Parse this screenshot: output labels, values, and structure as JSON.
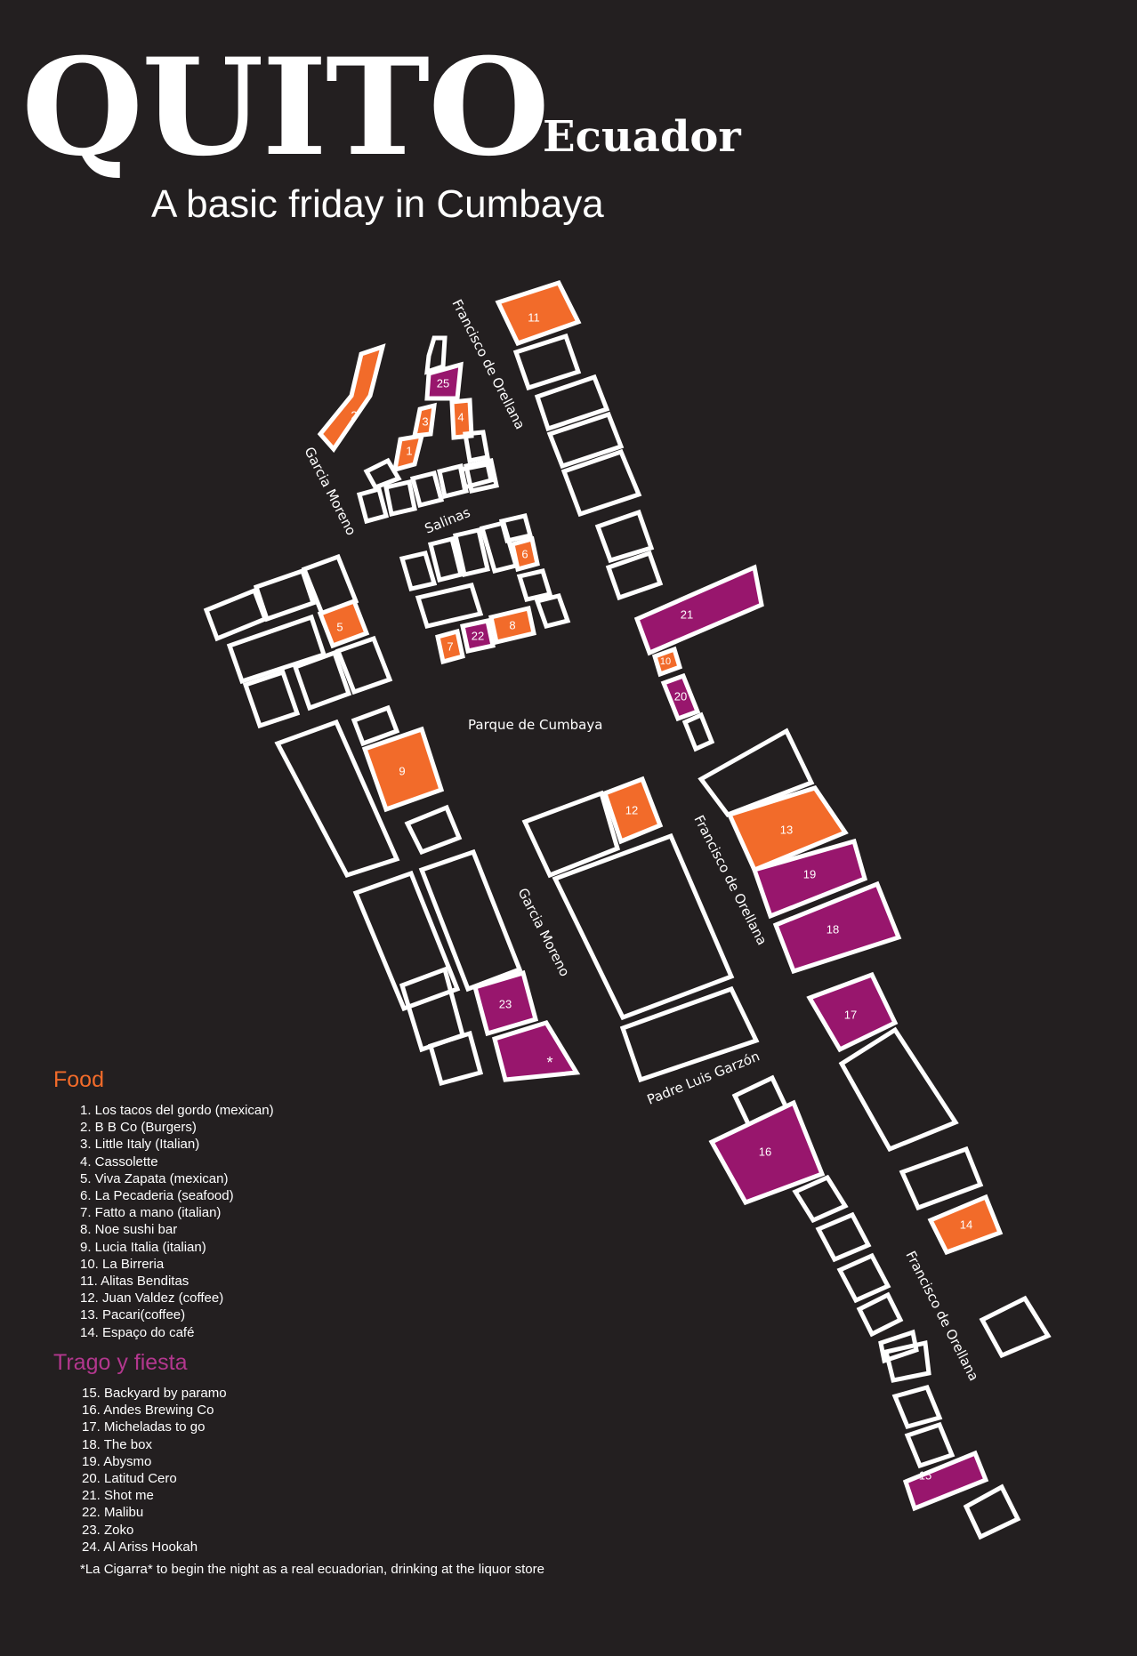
{
  "header": {
    "title": "QUITO",
    "country": "Ecuador",
    "subtitle": "A basic friday in Cumbaya"
  },
  "colors": {
    "background": "#231f20",
    "food": "#f26b2a",
    "party": "#98166d",
    "outline": "#ffffff"
  },
  "streets": {
    "francisco_1": "Francisco de Orellana",
    "francisco_2": "Francisco de Orellana",
    "francisco_3": "Francisco de Orellana",
    "garcia_1": "Garcia Moreno",
    "garcia_2": "Garcia Moreno",
    "salinas": "Salinas",
    "parque": "Parque de Cumbaya",
    "padre": "Padre Luis Garzón"
  },
  "markers": {
    "m1": "1",
    "m2": "2",
    "m3": "3",
    "m4": "4",
    "m5": "5",
    "m6": "6",
    "m7": "7",
    "m8": "8",
    "m9": "9",
    "m10": "10",
    "m11": "11",
    "m12": "12",
    "m13": "13",
    "m14": "14",
    "m15": "15",
    "m16": "16",
    "m17": "17",
    "m18": "18",
    "m19": "19",
    "m20": "20",
    "m21": "21",
    "m22": "22",
    "m23": "23",
    "m25": "25",
    "cigarra": "*"
  },
  "food": {
    "heading": "Food",
    "items": [
      "1. Los tacos del gordo (mexican)",
      "2. B B Co (Burgers)",
      "3. Little Italy (Italian)",
      "4. Cassolette",
      "5. Viva Zapata (mexican)",
      "6. La Pecaderia (seafood)",
      "7. Fatto a mano (italian)",
      "8. Noe sushi bar",
      "9. Lucia Italia (italian)",
      "10. La Birreria",
      "11. Alitas Benditas",
      "12. Juan Valdez (coffee)",
      "13. Pacari(coffee)",
      "14. Espaço do café"
    ]
  },
  "party": {
    "heading": "Trago y fiesta",
    "items": [
      "15. Backyard by paramo",
      "16. Andes Brewing Co",
      "17. Micheladas to go",
      "18. The box",
      "19. Abysmo",
      "20. Latitud Cero",
      "21. Shot me",
      "22. Malibu",
      "23. Zoko",
      "24. Al Ariss Hookah"
    ]
  },
  "note": "*La Cigarra* to begin the night as a real ecuadorian, drinking at the liquor store"
}
